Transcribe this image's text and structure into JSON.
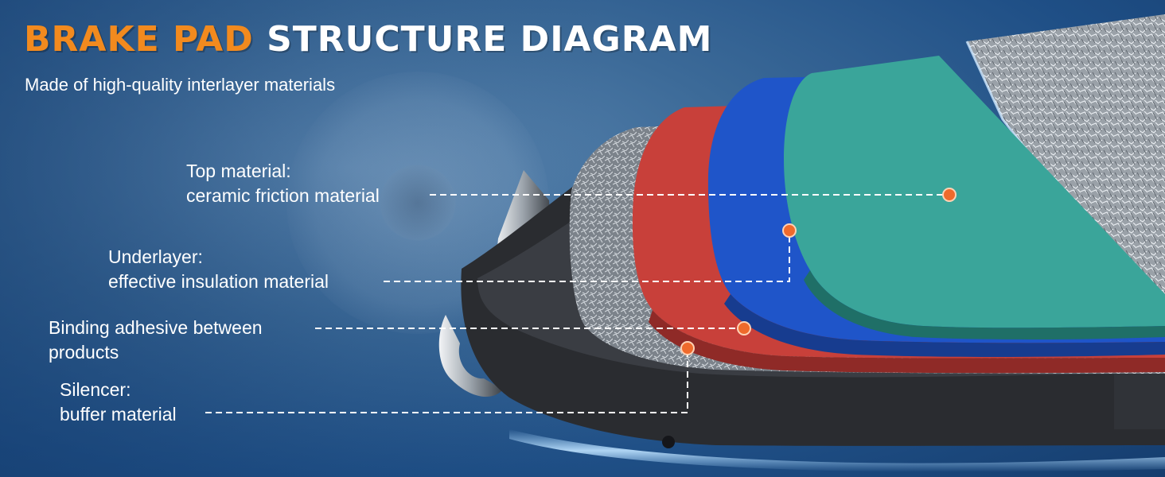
{
  "header": {
    "title_accent": "BRAKE PAD",
    "title_rest": "STRUCTURE DIAGRAM",
    "subtitle": "Made of high-quality interlayer materials"
  },
  "callouts": [
    {
      "line1": "Top material:",
      "line2": "ceramic friction material"
    },
    {
      "line1": "Underlayer:",
      "line2": "effective insulation material"
    },
    {
      "line1": "Binding adhesive between",
      "line2": "products"
    },
    {
      "line1": "Silencer:",
      "line2": "buffer material"
    }
  ],
  "colors": {
    "title_accent": "#f28a1e",
    "marker_dot": "#ef6a2c",
    "top_layer": "#3aa59a",
    "under_layer": "#1f55c9",
    "adhesive_layer": "#c8403a",
    "backing_plate": "#2a2c30"
  }
}
